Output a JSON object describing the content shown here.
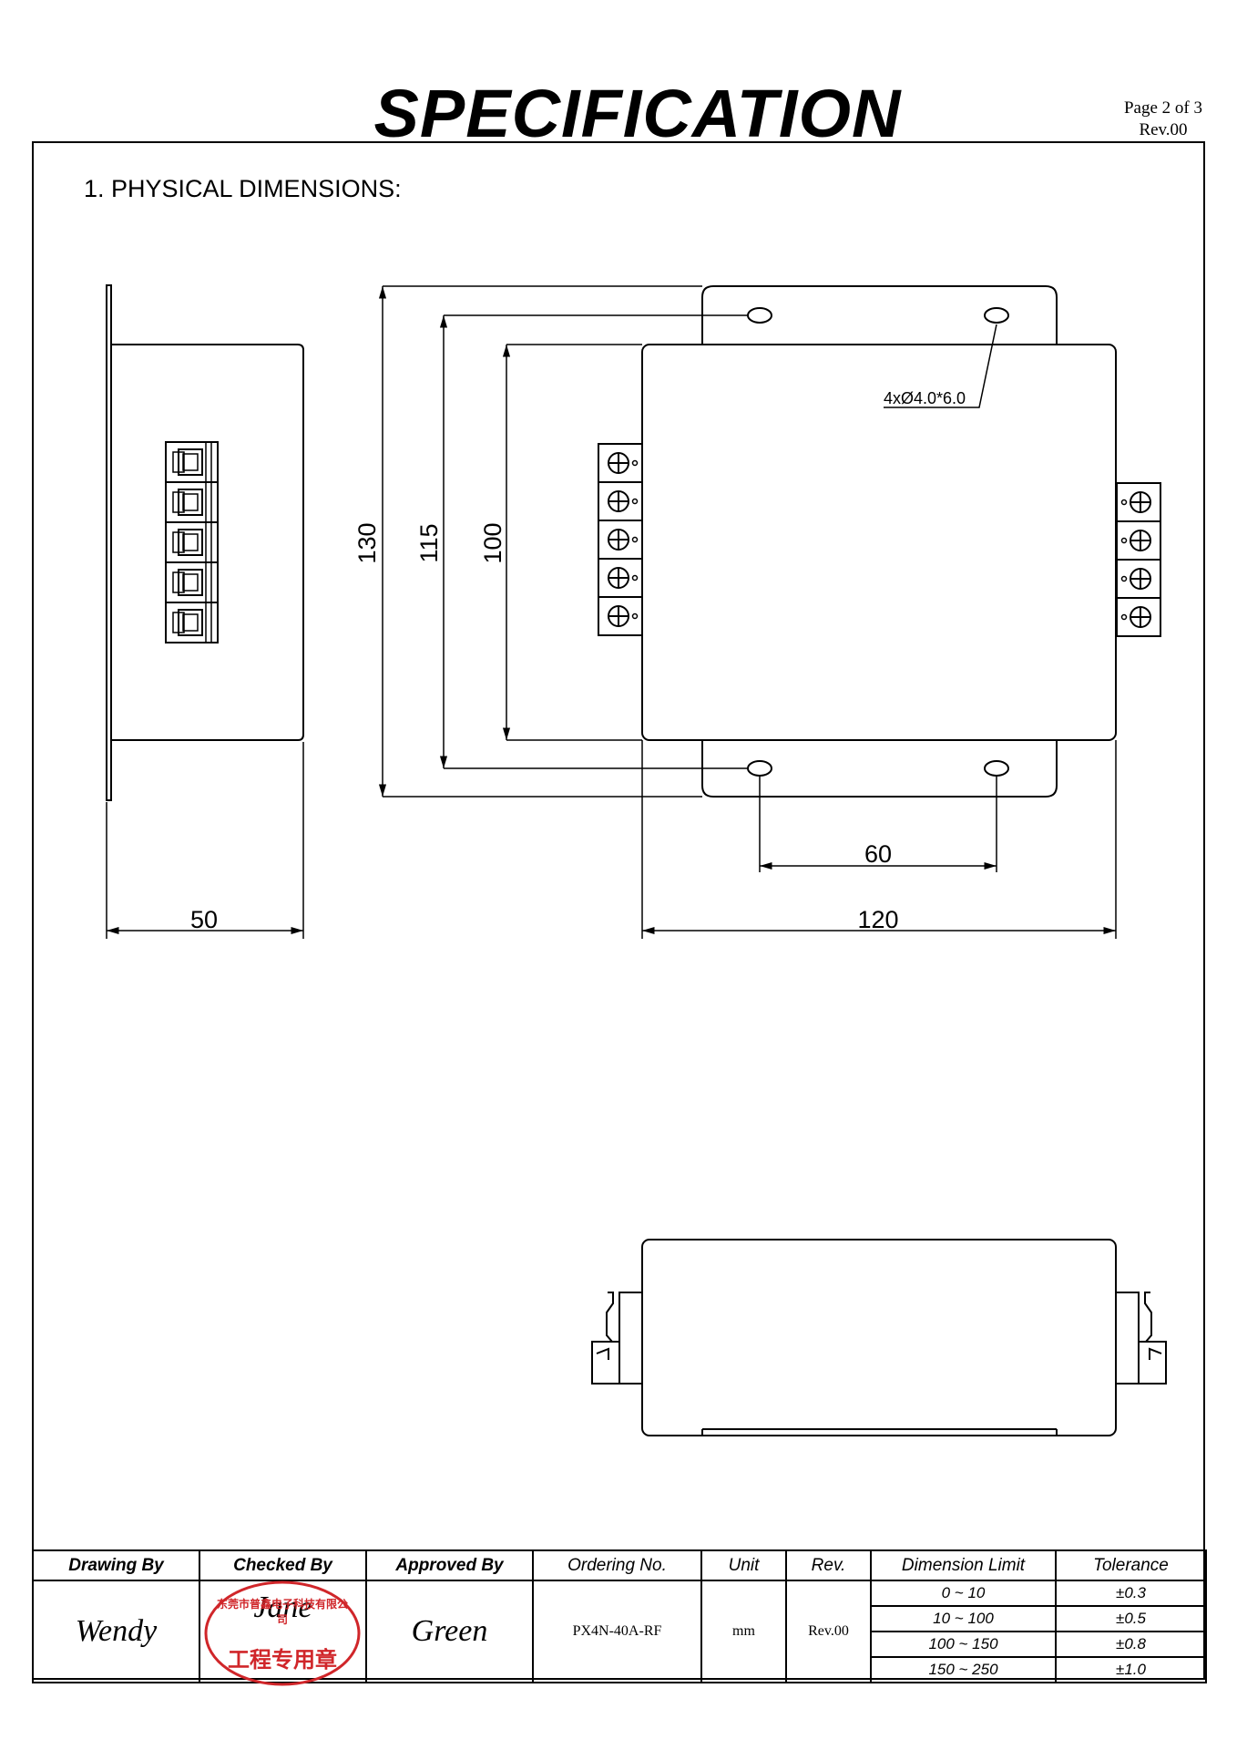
{
  "header": {
    "title": "SPECIFICATION",
    "page_label": "Page 2 of  3",
    "revision": "Rev.00"
  },
  "section": {
    "title": "1. PHYSICAL DIMENSIONS:"
  },
  "drawing": {
    "dim_side_width": "50",
    "dim_height_overall": "130",
    "dim_height_holes": "115",
    "dim_height_body": "100",
    "dim_hole_spacing": "60",
    "dim_body_width": "120",
    "hole_note": "4xØ4.0*6.0",
    "left_terminal_count": 5,
    "right_terminal_count": 4
  },
  "title_block": {
    "headers": {
      "drawing_by": "Drawing By",
      "checked_by": "Checked By",
      "approved_by": "Approved By",
      "ordering_no": "Ordering No.",
      "unit": "Unit",
      "rev": "Rev.",
      "dimension_limit": "Dimension Limit",
      "tolerance": "Tolerance"
    },
    "drawing_by": "Wendy",
    "checked_by": "Jane",
    "approved_by": "Green",
    "ordering_no": "PX4N-40A-RF",
    "unit": "mm",
    "rev": "Rev.00",
    "stamp": {
      "company": "东莞市普鑫电子科技有限公司",
      "label": "工程专用章",
      "color": "#d0262a"
    },
    "tolerances": [
      {
        "range": "0 ~ 10",
        "tolerance": "±0.3"
      },
      {
        "range": "10 ~ 100",
        "tolerance": "±0.5"
      },
      {
        "range": "100 ~ 150",
        "tolerance": "±0.8"
      },
      {
        "range": "150 ~ 250",
        "tolerance": "±1.0"
      }
    ]
  }
}
